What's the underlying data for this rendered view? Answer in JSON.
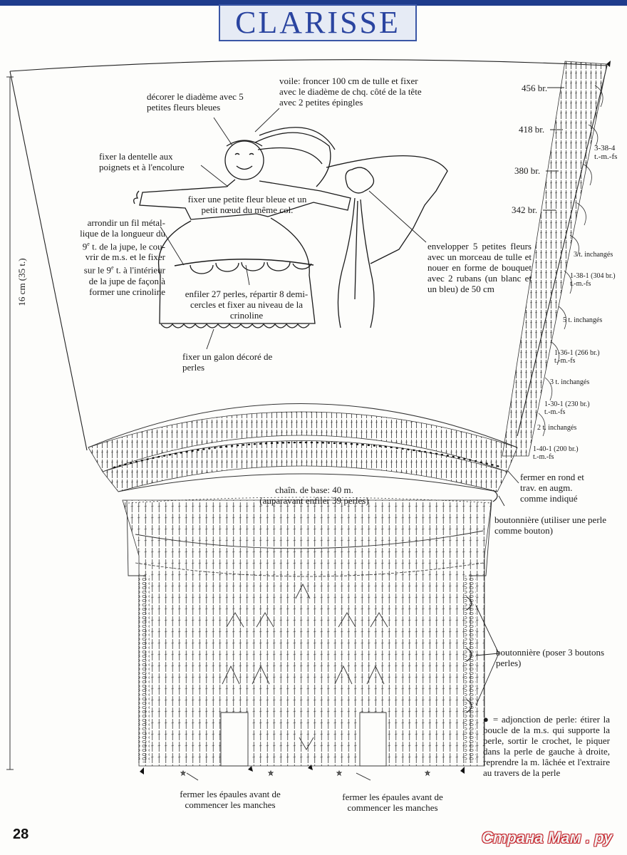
{
  "page": {
    "title": "CLARISSE",
    "page_number": "28",
    "watermark": "Страна Мам . ру",
    "height_measure": "16 cm (35 t.)"
  },
  "annotations": {
    "diadem": "décorer le diadème avec 5 petites fleurs bleues",
    "veil": "voile: froncer 100 cm de tulle et fixer avec le diadème de chq. côté de la tête avec 2 petites épingles",
    "lace": "fixer la dentelle aux poignets et à l'encolure",
    "flower_bow": "fixer une petite fleur bleue et un petit nœud du même col.",
    "wire_line1": "arrondir un fil métal-",
    "wire_line2": "lique de la longueur du",
    "wire_line3_pre": "9",
    "wire_line3_sup": "e",
    "wire_line3_post": " t. de la jupe, le cou-",
    "wire_line4": "vrir de m.s. et le fixer",
    "wire_line5_pre": "sur le 9",
    "wire_line5_sup": "e",
    "wire_line5_post": " t. à l'intérieur",
    "wire_line6": "de la jupe de façon à",
    "wire_line7": "former une crinoline",
    "pearls": "enfiler 27 perles, répartir 8 demi-cercles et fixer au niveau de la crinoline",
    "galon": "fixer un galon décoré de perles",
    "bouquet": "envelopper 5 petites fleurs avec un morceau de tulle et nouer en forme de bouquet avec 2 rubans (un blanc et un bleu) de 50 cm",
    "close_round": "fermer en rond et trav. en augm. comme indiqué",
    "buttonhole1": "boutonnière (utiliser une perle comme bouton)",
    "buttonhole2": "boutonnière (poser 3 boutons perles)",
    "base_chain_1": "chaîn. de base: 40 m.",
    "base_chain_2": "(auparavant enfiler 39 perles)",
    "pearl_legend_symbol": "●",
    "pearl_legend": "= adjonction de perle: étirer la boucle de la m.s. qui supporte la perle, sortir le crochet, le piquer dans la perle de gauche à droite, reprendre la m. lâchée et l'extraire au travers de la perle",
    "shoulders_left": "fermer les épaules avant de commencer les manches",
    "shoulders_right": "fermer les épaules avant de commencer les manches"
  },
  "stitch_counts": [
    {
      "text": "456 br."
    },
    {
      "text": "418 br."
    },
    {
      "text": "380 br."
    },
    {
      "text": "342 br."
    }
  ],
  "side_notes": [
    {
      "line1": "3-38-4",
      "line2": "t.-m.-fs"
    },
    {
      "line1": "3 t. inchangés",
      "line2": ""
    },
    {
      "line1": "1-38-1 (304 br.)",
      "line2": "t.-m.-fs"
    },
    {
      "line1": "5 t. inchangés",
      "line2": ""
    },
    {
      "line1": "1-36-1 (266 br.)",
      "line2": "t.-m.-fs"
    },
    {
      "line1": "3 t. inchangés",
      "line2": ""
    },
    {
      "line1": "1-30-1 (230 br.)",
      "line2": "t.-m.-fs"
    },
    {
      "line1": "2 t. inchangés",
      "line2": ""
    },
    {
      "line1": "1-40-1 (200 br.)",
      "line2": "t.-m.-fs"
    }
  ],
  "colors": {
    "title_blue": "#2a44a0",
    "band_blue": "#1f3c8c",
    "ink": "#1a1a1a"
  }
}
